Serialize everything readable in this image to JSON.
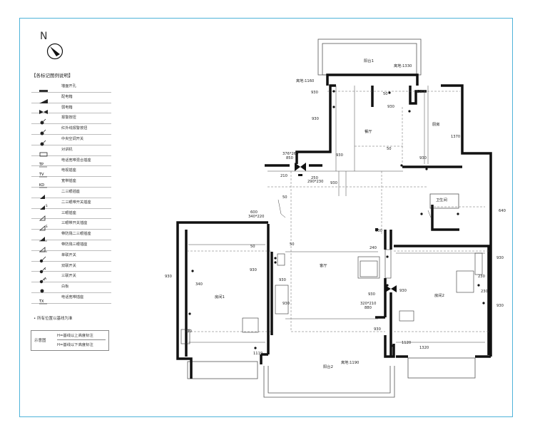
{
  "north": {
    "label": "N"
  },
  "legend": {
    "title": "【各标记图例说明】",
    "items": [
      {
        "label": "墙面开孔",
        "icon": "wall-opening-icon"
      },
      {
        "label": "配电箱",
        "icon": "distribution-box-icon"
      },
      {
        "label": "弱电箱",
        "icon": "low-voltage-box-icon"
      },
      {
        "label": "报警按扭",
        "icon": "alarm-button-icon"
      },
      {
        "label": "红外线报警按扭",
        "icon": "infrared-alarm-icon"
      },
      {
        "label": "中央空调开关",
        "icon": "ac-switch-icon"
      },
      {
        "label": "对讲机",
        "icon": "intercom-icon"
      },
      {
        "label": "电话宽带混合插座",
        "icon": "phone-broadband-socket-icon"
      },
      {
        "label": "电视插座",
        "icon": "tv-socket-icon"
      },
      {
        "label": "宽带插座",
        "icon": "broadband-socket-icon"
      },
      {
        "label": "二三眼插座",
        "icon": "socket-23-icon"
      },
      {
        "label": "二三眼带开关插座",
        "icon": "socket-23-switch-icon"
      },
      {
        "label": "三眼插座",
        "icon": "socket-3-icon"
      },
      {
        "label": "三眼带开关插座",
        "icon": "socket-3-switch-icon"
      },
      {
        "label": "带防溅二三眼插座",
        "icon": "splash-socket-23-icon"
      },
      {
        "label": "带防溅三眼插座",
        "icon": "splash-socket-3-icon"
      },
      {
        "label": "单联开关",
        "icon": "single-switch-icon"
      },
      {
        "label": "双联开关",
        "icon": "double-switch-icon"
      },
      {
        "label": "三联开关",
        "icon": "triple-switch-icon"
      },
      {
        "label": "白板",
        "icon": "blank-plate-icon"
      },
      {
        "label": "电话宽带插座",
        "icon": "phone-socket-icon"
      }
    ]
  },
  "note": "• 所有位置以基线为准",
  "schematic": {
    "label": "示意图",
    "row1": "H=基线以上高度标注",
    "row2": "H=基线以下高度标注"
  },
  "rooms": {
    "balcony1": "阳台1",
    "dining": "餐厅",
    "kitchen": "厨房",
    "bathroom": "卫生间",
    "living": "客厅",
    "bedroom1": "房间1",
    "bedroom2": "房间2",
    "balcony2": "阳台2"
  },
  "heights": {
    "h1160": "离地:1160",
    "h1330": "离地:1330",
    "h1190": "离地:1190"
  },
  "dims": {
    "d930a": "930",
    "d930b": "930",
    "d930c": "930",
    "d930d": "930",
    "d930e": "930",
    "d930f": "930",
    "d930g": "930",
    "d930h": "930",
    "d930i": "930",
    "d930j": "930",
    "d930k": "930",
    "d930l": "930",
    "d930m": "930",
    "d930n": "930",
    "d930o": "930",
    "d930p": "930",
    "d930q": "930",
    "d50a": "50",
    "d50b": "50",
    "d50c": "50",
    "d50d": "50",
    "d50e": "50",
    "d50f": "50",
    "d1370": "1370",
    "d376": "376*260",
    "d850": "850",
    "d210": "210",
    "d250": "250",
    "d290": "290*230",
    "d600": "600",
    "d340a": "340*220",
    "d640": "640",
    "d340b": "340",
    "d240": "240",
    "d320": "320*210",
    "d880": "880",
    "d1110": "1110",
    "d1120": "1120",
    "d230a": "230",
    "d230b": "230",
    "d1320": "1320"
  }
}
